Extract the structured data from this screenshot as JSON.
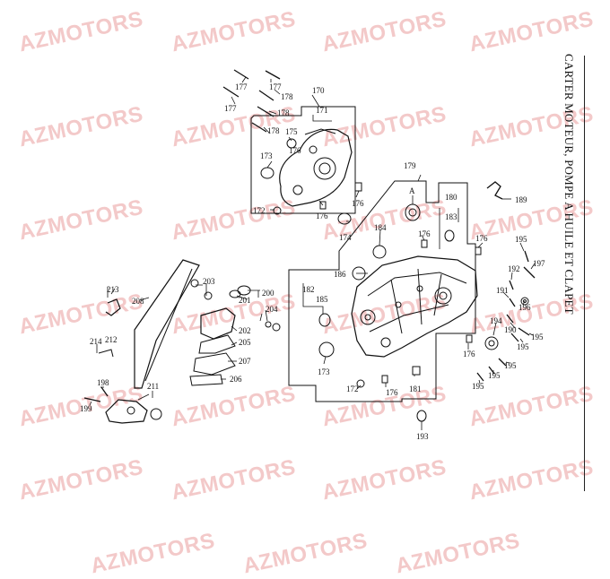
{
  "title": "CARTER MOTEUR, POMPE A HUILE ET CLAPET",
  "watermark": "AZMOTORS",
  "part_numbers": {
    "p170": "170",
    "p171": "171",
    "p173a": "173",
    "p175": "175",
    "p176a": "176",
    "p176b": "176",
    "p172a": "172",
    "p174": "174",
    "p177a": "177",
    "p177b": "177",
    "p177c": "177",
    "p178a": "178",
    "p178b": "178",
    "p178c": "178",
    "p179": "179",
    "pA": "A",
    "p184": "184",
    "p180": "180",
    "p183": "183",
    "p176c": "176",
    "p176d": "176",
    "p189": "189",
    "p195a": "195",
    "p197": "197",
    "p192": "192",
    "p191": "191",
    "p196": "196",
    "p194": "194",
    "p190": "190",
    "p195b": "195",
    "p195c": "195",
    "p195d": "195",
    "p195e": "195",
    "p195f": "195",
    "p186": "186",
    "p182": "182",
    "p185": "185",
    "p173b": "173",
    "p172b": "172",
    "p176e": "176",
    "p181": "181",
    "p176f": "176",
    "p193": "193",
    "p213": "213",
    "p208": "208",
    "p203": "203",
    "p200": "200",
    "p201": "201",
    "p204": "204",
    "p202": "202",
    "p205": "205",
    "p207": "207",
    "p206": "206",
    "p214": "214",
    "p212": "212",
    "p198": "198",
    "p199": "199",
    "p211": "211"
  }
}
